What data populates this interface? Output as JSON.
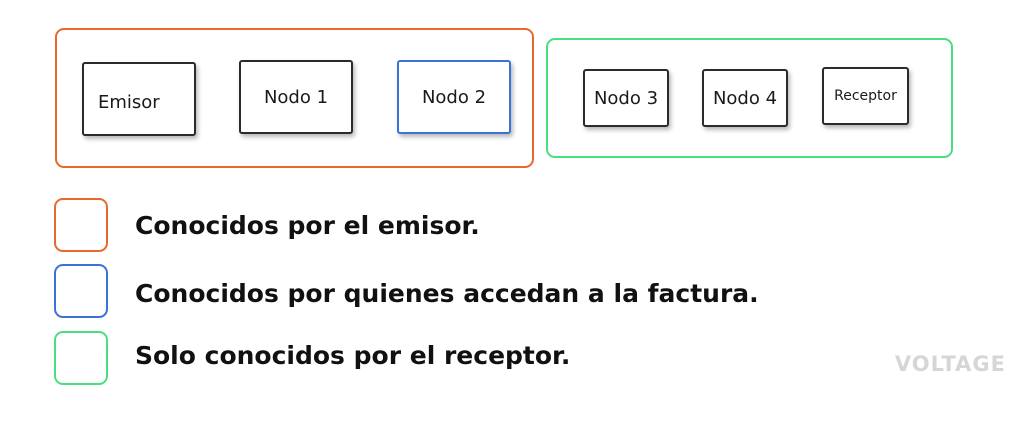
{
  "diagram": {
    "groups": [
      {
        "name": "emisor-group",
        "color": "#E8692A"
      },
      {
        "name": "receptor-group",
        "color": "#4ADE80"
      }
    ],
    "nodes": {
      "emisor": "Emisor",
      "nodo1": "Nodo 1",
      "nodo2": "Nodo 2",
      "nodo3": "Nodo 3",
      "nodo4": "Nodo 4",
      "receptor": "Receptor"
    },
    "highlight_color": "#3B72D9"
  },
  "legend": {
    "items": [
      {
        "color": "#E8692A",
        "label": "Conocidos por el emisor."
      },
      {
        "color": "#3B72D9",
        "label": "Conocidos por quienes accedan a la factura."
      },
      {
        "color": "#4ADE80",
        "label": "Solo conocidos por el receptor."
      }
    ]
  },
  "watermark": "VOLTAGE"
}
